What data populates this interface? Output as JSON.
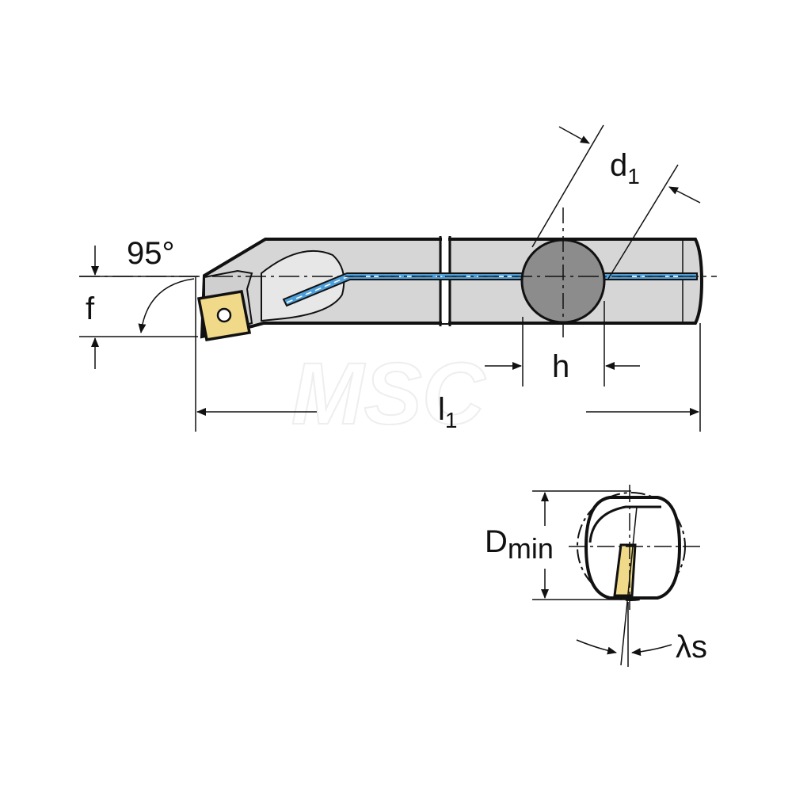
{
  "labels": {
    "angle": "95°",
    "f": "f",
    "d": "d",
    "d_sub": "1",
    "h": "h",
    "l": "l",
    "l_sub": "1",
    "dmin_main": "D",
    "dmin_sub": "min",
    "lambda": "λs"
  },
  "watermark": "MSC",
  "colors": {
    "outline": "#111111",
    "body_gray": "#d6d6d6",
    "body_light": "#e6e6e6",
    "section_gray": "#8c8c8c",
    "coolant": "#4f9fd8",
    "insert_gold": "#f0da8a"
  },
  "icons": {
    "insert": "square-insert-icon",
    "angle_arrow": "curved-arrow-icon",
    "watermark": "msc-logo-watermark"
  }
}
